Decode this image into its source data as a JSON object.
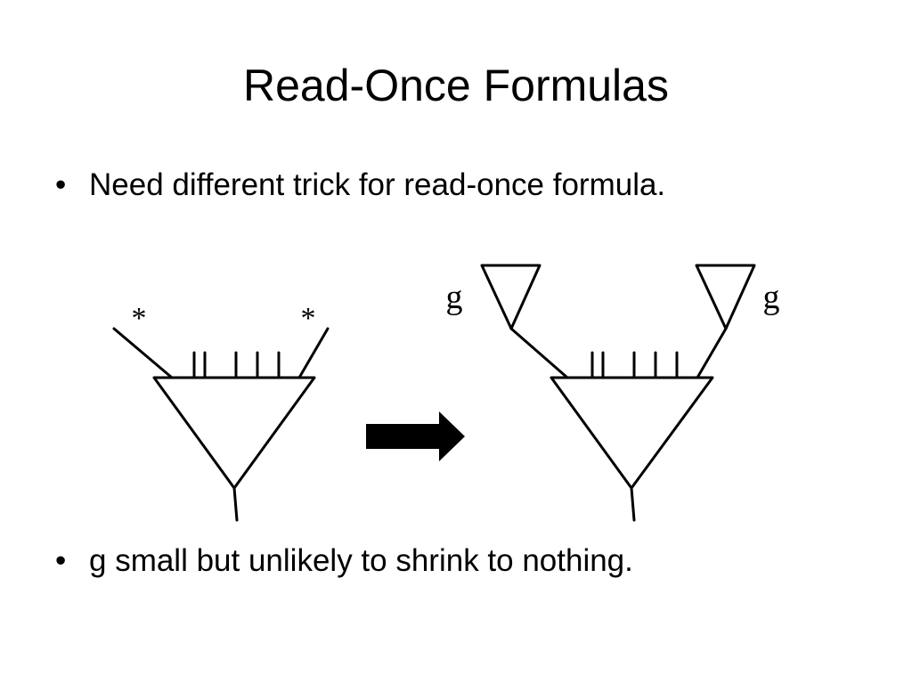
{
  "slide": {
    "title": "Read-Once Formulas",
    "bullets": [
      "Need different trick for read-once formula.",
      "g small but unlikely to shrink to nothing."
    ]
  },
  "diagram": {
    "left_labels": [
      "*",
      "*"
    ],
    "right_labels": [
      "g",
      "g"
    ],
    "arrow_icon": "right-arrow-icon",
    "stroke_color": "#000000"
  }
}
